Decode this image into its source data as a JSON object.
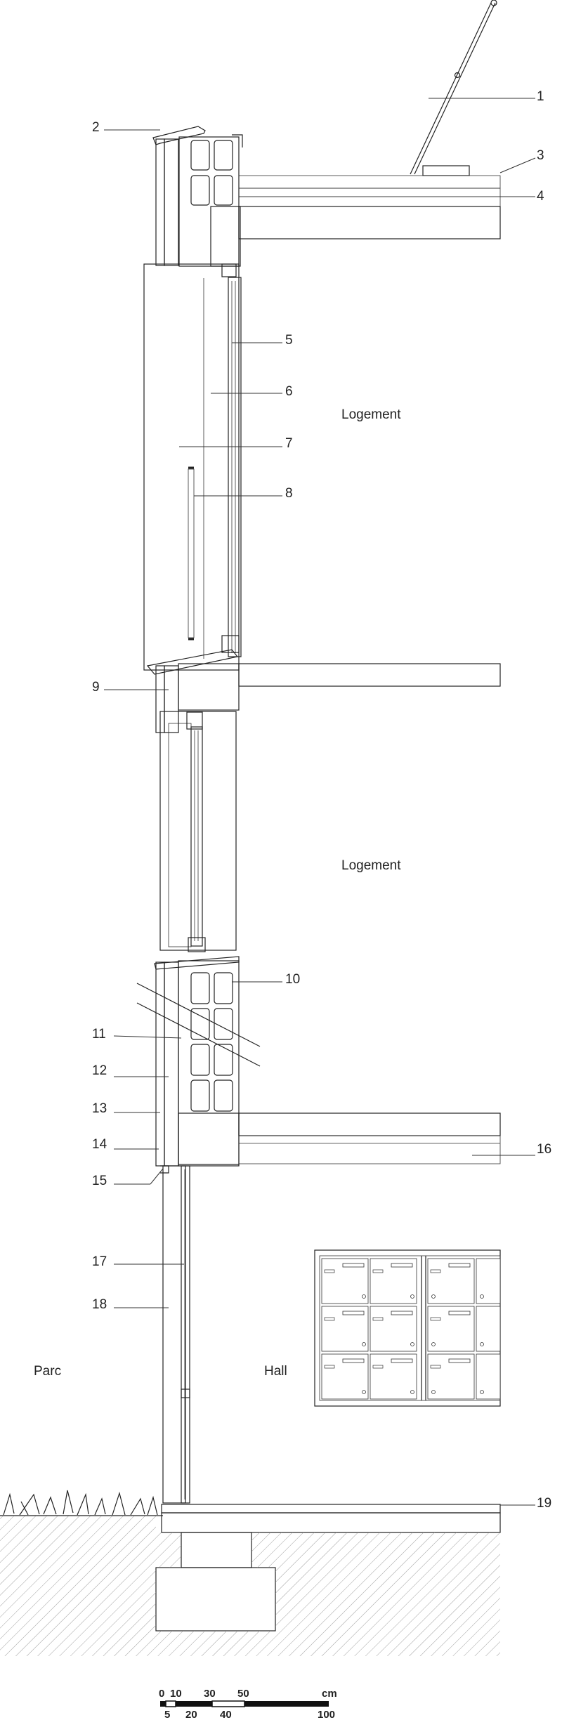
{
  "callouts": [
    "1",
    "2",
    "3",
    "4",
    "5",
    "6",
    "7",
    "8",
    "9",
    "10",
    "11",
    "12",
    "13",
    "14",
    "15",
    "16",
    "17",
    "18",
    "19"
  ],
  "rooms": {
    "upper": "Logement",
    "middle": "Logement",
    "outside": "Parc",
    "hall": "Hall"
  },
  "scale": {
    "top": [
      "0",
      "10",
      "30",
      "50"
    ],
    "unit": "cm",
    "bottom": [
      "5",
      "20",
      "40",
      "100"
    ]
  },
  "colors": {
    "line": "#222222",
    "fill": "#ffffff"
  }
}
